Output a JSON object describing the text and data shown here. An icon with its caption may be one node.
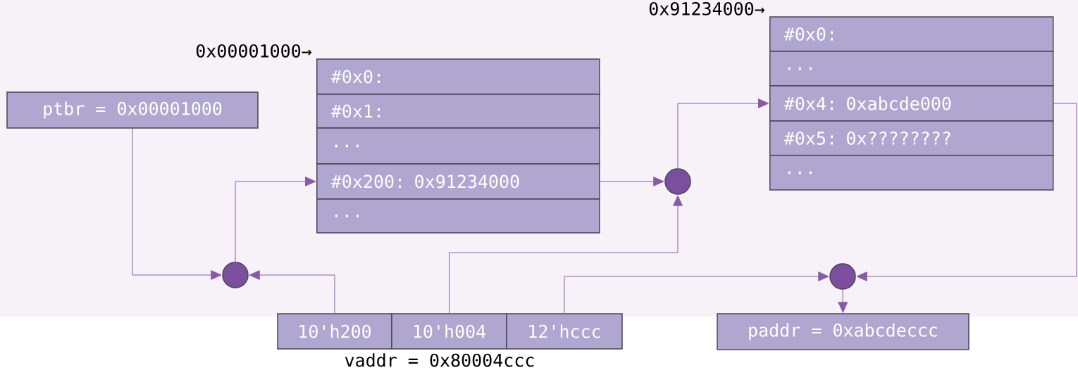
{
  "diagram": {
    "nodes": [
      {
        "text": [
          "ptbr = 0x00001000"
        ]
      },
      {
        "text": [
          "#0x0:"
        ],
        "beside": [
          "0x00001000→"
        ]
      },
      {
        "text": [
          "#0x1:"
        ]
      },
      {
        "text": [
          "..."
        ]
      },
      {
        "text": [
          "#0x200: 0x91234000"
        ]
      },
      {
        "text": [
          "..."
        ]
      },
      {
        "text": [
          "#0x0:"
        ],
        "beside": [
          "0x91234000→"
        ]
      },
      {
        "text": [
          "..."
        ]
      },
      {
        "text": [
          "#0x4: 0xabcde000"
        ]
      },
      {
        "text": [
          "#0x5: 0x????????"
        ]
      },
      {
        "text": [
          "..."
        ]
      },
      {
        "text": [],
        "shape": "circle"
      },
      {
        "text": [],
        "shape": "circle"
      },
      {
        "text": [],
        "shape": "circle"
      },
      {
        "text": [
          "10'h200"
        ]
      },
      {
        "text": [
          "10'h004"
        ]
      },
      {
        "text": [
          "12'hccc"
        ]
      },
      {
        "text": [
          "paddr = 0xabcdeccc"
        ]
      }
    ],
    "edges": [
      {
        "from": 0,
        "to": 11,
        "arrow": "to"
      },
      {
        "from": 14,
        "to": 11,
        "arrow": "to"
      },
      {
        "from": 11,
        "to": 4,
        "arrow": "to"
      },
      {
        "from": 4,
        "to": 12,
        "arrow": "to"
      },
      {
        "from": 15,
        "to": 12,
        "arrow": "to"
      },
      {
        "from": 12,
        "to": 8,
        "arrow": "to"
      },
      {
        "from": 8,
        "to": 13,
        "arrow": "to"
      },
      {
        "from": 16,
        "to": 13,
        "arrow": "to"
      },
      {
        "from": 13,
        "to": 17,
        "arrow": "to"
      }
    ],
    "labels": [
      "vaddr = 0x80004ccc"
    ]
  }
}
